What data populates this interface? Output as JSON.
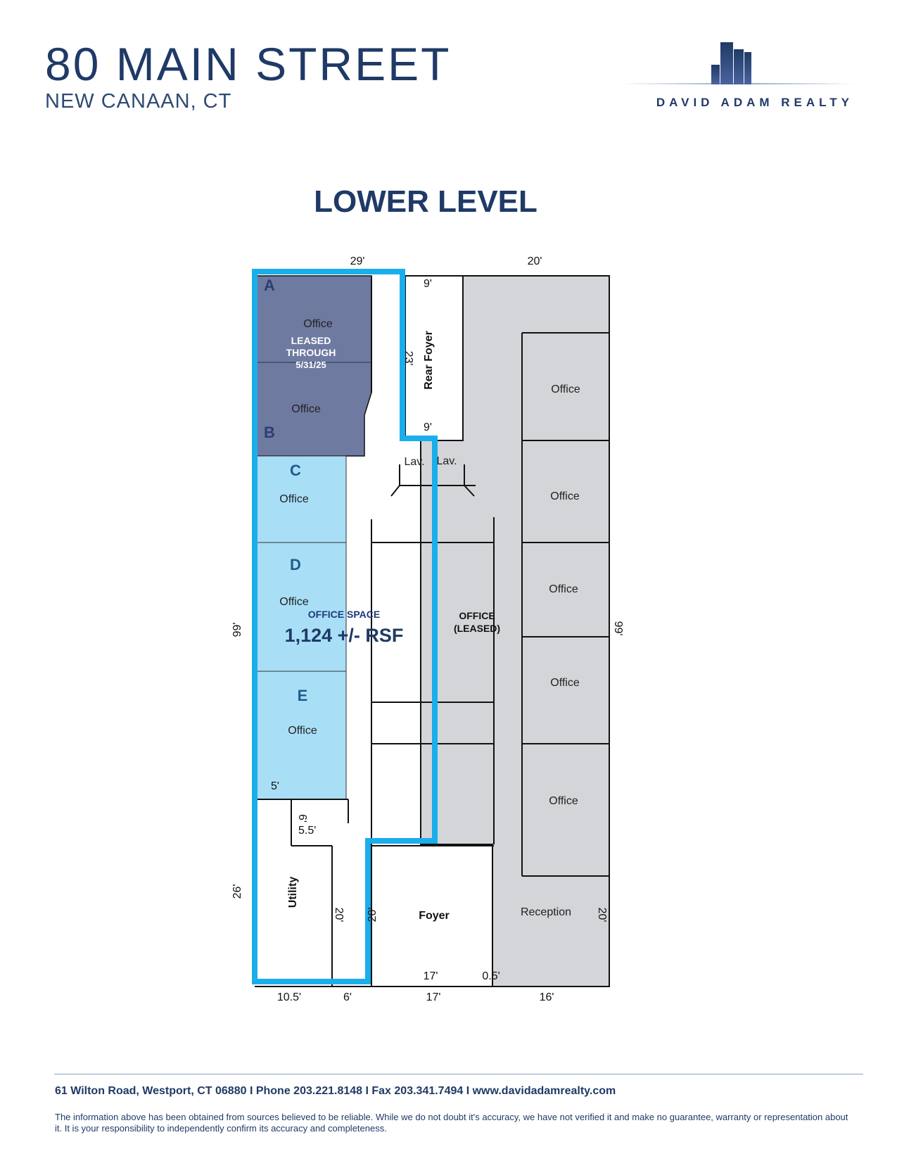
{
  "header": {
    "title": "80 MAIN STREET",
    "subtitle": "NEW CANAAN, CT",
    "logo_text": "DAVID ADAM REALTY"
  },
  "floor": {
    "title": "LOWER LEVEL",
    "dimensions": {
      "top_left": "29'",
      "top_right": "20'",
      "left_upper": "99'",
      "left_lower": "26'",
      "right_upper": "99'",
      "right_lower": "20'",
      "bottom_a": "10.5'",
      "bottom_b": "6'",
      "bottom_c": "17'",
      "bottom_d": "16'",
      "rear_top": "9'",
      "rear_side": "23'",
      "rear_bottom": "9'",
      "corridor_5": "5'",
      "small_6": "6'",
      "small_55": "5.5'",
      "corridor_20": "20'",
      "foyer_20": "20'",
      "foyer_17": "17'",
      "foyer_05": "0.5'",
      "reception_20": "20'"
    },
    "rooms": {
      "a_label": "A",
      "b_label": "B",
      "c_label": "C",
      "d_label": "D",
      "e_label": "E",
      "office": "Office",
      "leased_through": [
        "LEASED",
        "THROUGH",
        "5/31/25"
      ],
      "rear_foyer": "Rear Foyer",
      "lav": "Lav.",
      "office_space": "OFFICE SPACE",
      "rsf": "1,124 +/- RSF",
      "office_leased": [
        "OFFICE",
        "(LEASED)"
      ],
      "utility": "Utility",
      "foyer": "Foyer",
      "reception": "Reception"
    },
    "colors": {
      "leased_fill": "#6e7aa0",
      "available_fill": "#a8dff7",
      "leased_other_fill": "#d4d5d8",
      "outline_highlight": "#1aaeea"
    }
  },
  "footer": {
    "contact": "61 Wilton Road, Westport, CT 06880  I  Phone 203.221.8148  I  Fax 203.341.7494  I  www.davidadamrealty.com",
    "disclaimer": "The information above has been obtained from sources believed to be reliable. While we do not doubt it's accuracy, we have not verified it and make no guarantee, warranty or representation about it. It is your responsibility to independently confirm its accuracy and completeness."
  }
}
